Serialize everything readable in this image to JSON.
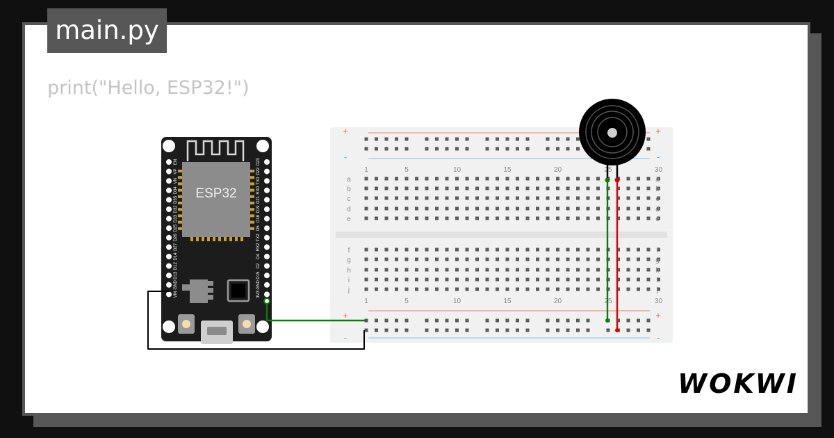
{
  "editor": {
    "file_tab": "main.py",
    "code": "print(\"Hello, ESP32!\")"
  },
  "esp32": {
    "chip_label": "ESP32",
    "left_pins": [
      "EN",
      "VP",
      "VN",
      "D34",
      "D35",
      "D32",
      "D33",
      "D25",
      "D26",
      "D27",
      "D14",
      "D12",
      "D13",
      "GND",
      "VIN"
    ],
    "right_pins": [
      "D23",
      "D22",
      "TX0",
      "RX0",
      "D21",
      "D19",
      "D18",
      "D5",
      "TX2",
      "RX2",
      "D4",
      "D2",
      "D15",
      "GND",
      "3V3"
    ]
  },
  "breadboard": {
    "column_labels": [
      "1",
      "5",
      "10",
      "15",
      "20",
      "25",
      "30"
    ],
    "top_rows": [
      "a",
      "b",
      "c",
      "d",
      "e"
    ],
    "bottom_rows": [
      "f",
      "g",
      "h",
      "i",
      "j"
    ],
    "rail_plus": "+",
    "rail_minus": "-"
  },
  "wires": [
    {
      "name": "green",
      "color": "#0c7a0c"
    },
    {
      "name": "red",
      "color": "#e00000"
    },
    {
      "name": "black",
      "color": "#000000"
    }
  ],
  "brand": {
    "logo_text": "WOKWI"
  },
  "colors": {
    "page_bg": "#101010",
    "frame": "#575757",
    "card": "#ffffff",
    "code_text": "#c4c4c4",
    "board": "#1c1c1c",
    "breadboard": "#f1f1f1",
    "rail_red": "#f0a29a",
    "rail_blue": "#9fd7ec"
  }
}
